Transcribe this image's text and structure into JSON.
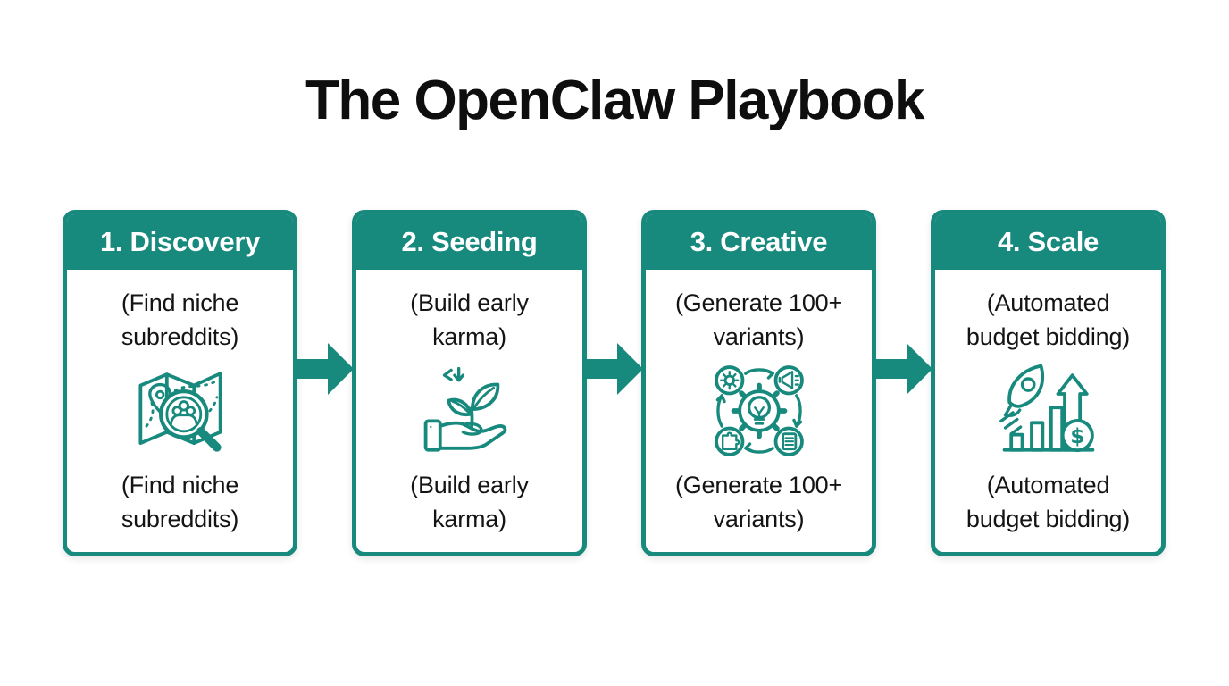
{
  "title": "The OpenClaw Playbook",
  "colors": {
    "accent_teal": "#17897D",
    "header_text": "#FFFFFF",
    "body_text": "#141414",
    "background": "#FFFFFF"
  },
  "steps": [
    {
      "header": "1. Discovery",
      "top_caption_line1": "(Find niche",
      "top_caption_line2": "subreddits)",
      "bottom_caption_line1": "(Find niche",
      "bottom_caption_line2": "subreddits)",
      "icon": "map-magnifier-icon"
    },
    {
      "header": "2. Seeding",
      "top_caption_line1": "(Build early",
      "top_caption_line2": "karma)",
      "bottom_caption_line1": "(Build early",
      "bottom_caption_line2": "karma)",
      "icon": "hand-seedling-icon"
    },
    {
      "header": "3. Creative",
      "top_caption_line1": "(Generate 100+",
      "top_caption_line2": "variants)",
      "bottom_caption_line1": "(Generate 100+",
      "bottom_caption_line2": "variants)",
      "icon": "idea-workflow-icon"
    },
    {
      "header": "4. Scale",
      "top_caption_line1": "(Automated",
      "top_caption_line2": "budget bidding)",
      "bottom_caption_line1": "(Automated",
      "bottom_caption_line2": "budget bidding)",
      "icon": "rocket-growth-icon"
    }
  ],
  "connectors": {
    "type": "arrow-right",
    "count": 3,
    "color": "#17897D"
  }
}
